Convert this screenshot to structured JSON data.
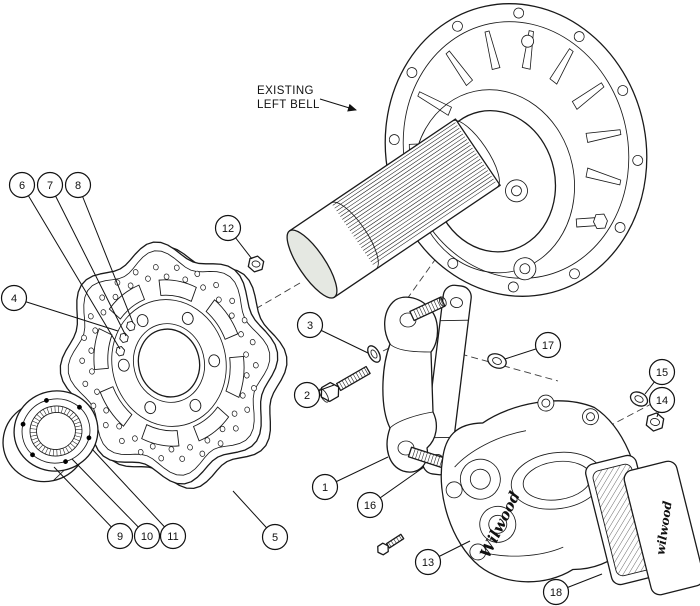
{
  "diagram": {
    "annotation": {
      "line1": "EXISTING",
      "line2": "LEFT BELL"
    },
    "branding": {
      "caliper_logo": "Wilwood",
      "pad_logo": "wilwood"
    },
    "callouts": [
      {
        "label": "1"
      },
      {
        "label": "2"
      },
      {
        "label": "3"
      },
      {
        "label": "4"
      },
      {
        "label": "5"
      },
      {
        "label": "6"
      },
      {
        "label": "7"
      },
      {
        "label": "8"
      },
      {
        "label": "9"
      },
      {
        "label": "10"
      },
      {
        "label": "11"
      },
      {
        "label": "12"
      },
      {
        "label": "13"
      },
      {
        "label": "14"
      },
      {
        "label": "15"
      },
      {
        "label": "16"
      },
      {
        "label": "17"
      },
      {
        "label": "18"
      }
    ],
    "colors": {
      "line": "#1a1a1a",
      "background": "#ffffff",
      "metal_face": "#e5e8e2"
    }
  }
}
